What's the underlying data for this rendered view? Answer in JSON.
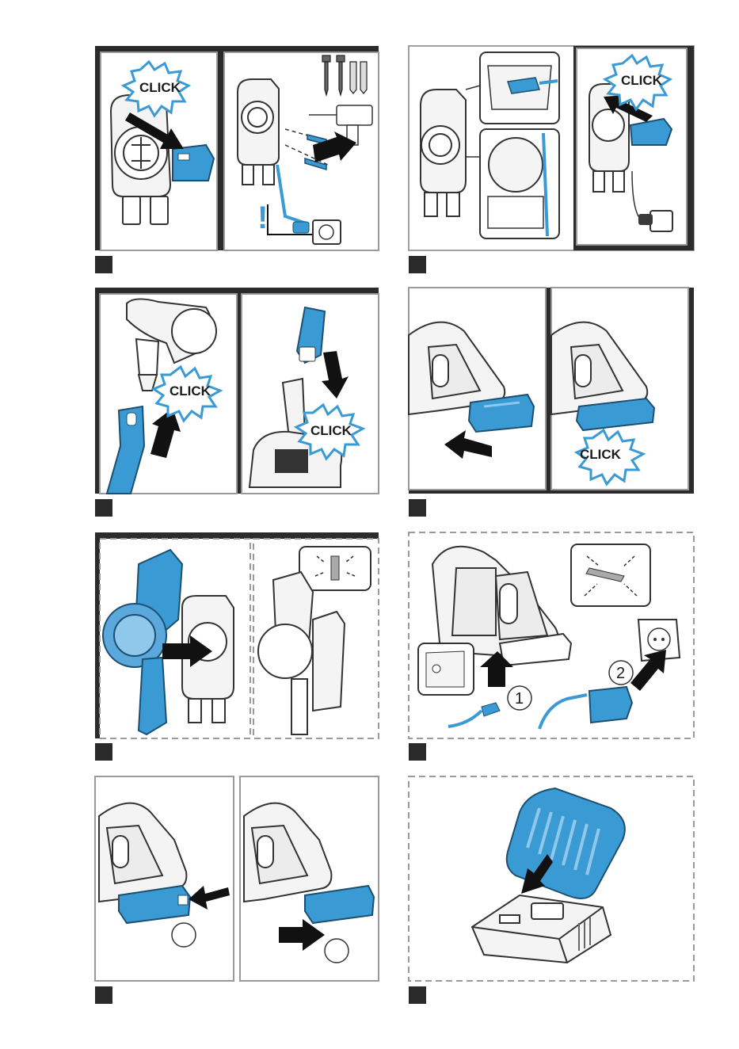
{
  "page": {
    "title": "Illustrated instructions",
    "background": "#ffffff"
  },
  "colors": {
    "accent_blue": "#3a9ad4",
    "light_blue": "#8fc8ea",
    "frame_dark": "#2b2b2b",
    "line_gray": "#4d4d4d",
    "panel_gray": "#a0a0a0",
    "arrow_black": "#111111"
  },
  "labels": {
    "click": "CLICK",
    "warning": "!",
    "step_one": "1",
    "step_two": "2"
  },
  "steps": [
    {
      "id": "wall-mount",
      "illustration": "click-icon / wall-bracket / screws-and-dowels / drill / power-socket"
    },
    {
      "id": "charger-cable",
      "illustration": "cable-routing / click-icon / plug"
    },
    {
      "id": "attach-tube",
      "illustration": "handheld-unit / tube / click-icon / floor-nozzle"
    },
    {
      "id": "insert-battery",
      "illustration": "handheld-unit / battery-pack / click-icon"
    },
    {
      "id": "dock-device",
      "illustration": "vacuum / wall-bracket / status-led"
    },
    {
      "id": "charge-cable",
      "illustration": "handheld-unit / charging-socket / charger-plug / power-socket"
    },
    {
      "id": "remove-battery",
      "illustration": "handheld-unit / battery-pack / release-button"
    },
    {
      "id": "external-charger",
      "illustration": "battery-pack / quick-charger"
    }
  ]
}
